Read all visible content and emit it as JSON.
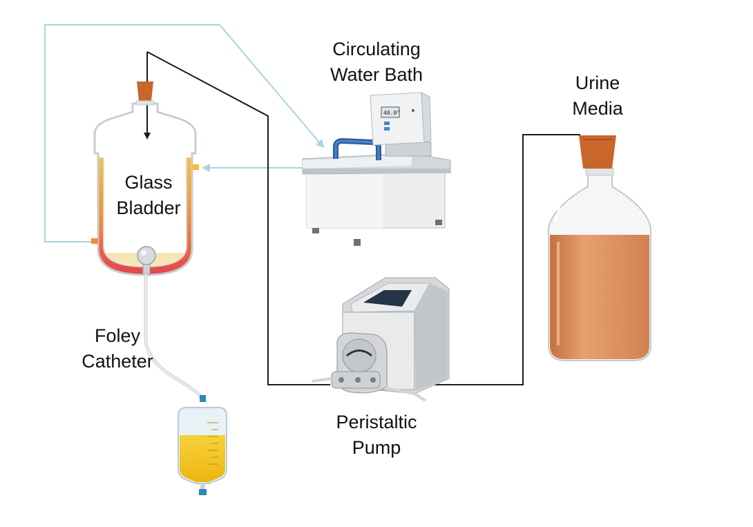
{
  "labels": {
    "water_bath": [
      "Circulating",
      "Water Bath"
    ],
    "glass_bladder": [
      "Glass",
      "Bladder"
    ],
    "urine_media": [
      "Urine",
      "Media"
    ],
    "foley_catheter": [
      "Foley",
      "Catheter"
    ],
    "peristaltic_pump": [
      "Peristaltic",
      "Pump"
    ]
  },
  "water_bath_display": "40.0°",
  "colors": {
    "water_line": "#a8d4df",
    "flow_line": "#1a1a1a",
    "urine": "#d9895a",
    "bag_fluid": "#f2c21b",
    "jacket_hot": "#e5484f",
    "jacket_warm": "#f6b836",
    "stopper": "#c9662c"
  }
}
